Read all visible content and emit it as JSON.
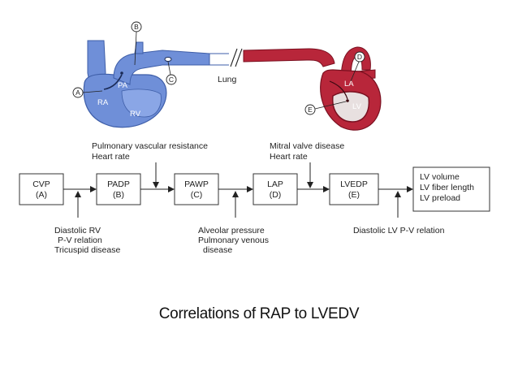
{
  "caption": "Correlations of RAP to LVEDV",
  "heart": {
    "right_labels": [
      "PA",
      "RA",
      "RV"
    ],
    "left_labels": [
      "LA",
      "LV"
    ],
    "lung_label": "Lung",
    "markers": [
      "A",
      "B",
      "C",
      "D",
      "E"
    ]
  },
  "boxes": [
    {
      "line1": "CVP",
      "line2": "(A)"
    },
    {
      "line1": "PADP",
      "line2": "(B)"
    },
    {
      "line1": "PAWP",
      "line2": "(C)"
    },
    {
      "line1": "LAP",
      "line2": "(D)"
    },
    {
      "line1": "LVEDP",
      "line2": "(E)"
    }
  ],
  "outcome": [
    "LV volume",
    "LV fiber length",
    "LV preload"
  ],
  "top_factors": {
    "pulmonary": [
      "Pulmonary vascular resistance",
      "Heart rate"
    ],
    "mitral": [
      "Mitral valve disease",
      "Heart rate"
    ]
  },
  "bottom_factors": {
    "right": [
      "Diastolic RV",
      "P-V relation",
      "Tricuspid disease"
    ],
    "alveolar": [
      "Alveolar pressure",
      "Pulmonary venous",
      "disease"
    ],
    "left": [
      "Diastolic LV P-V relation"
    ]
  },
  "colors": {
    "right_heart": "#6f8fd8",
    "right_heart_dark": "#3e5ea8",
    "left_heart": "#b8263a",
    "left_heart_dark": "#7a1020"
  }
}
